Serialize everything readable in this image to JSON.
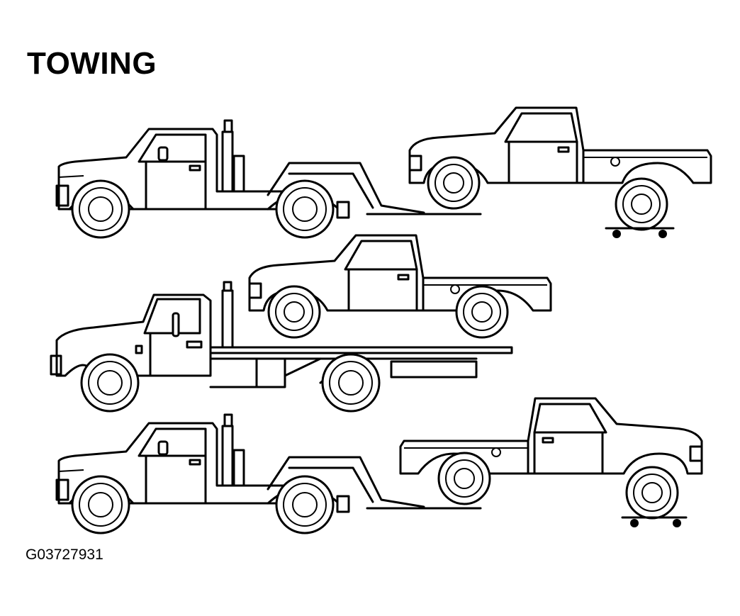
{
  "title": "TOWING",
  "figure_id": "G03727931",
  "illustrations": [
    {
      "name": "wheel-lift-tow-front",
      "description": "tow truck lifting front of pickup, rear wheels on dolly"
    },
    {
      "name": "flatbed-carrier",
      "description": "pickup carried on flatbed truck"
    },
    {
      "name": "wheel-lift-tow-rear",
      "description": "tow truck lifting rear of pickup, front wheels on dolly"
    }
  ]
}
